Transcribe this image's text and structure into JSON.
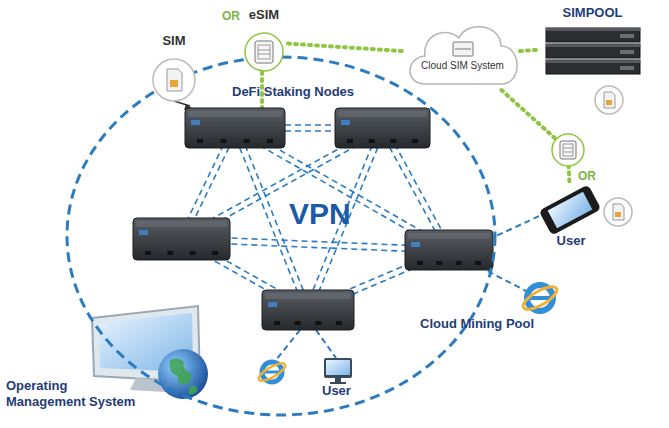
{
  "diagram": {
    "nodes": [
      {
        "text": [
          "DeFi Staking Nodes",
          "VPN",
          "Cloud Mining Pool"
        ]
      },
      {
        "text": [
          "SIM"
        ]
      },
      {
        "text": [
          "eSIM"
        ]
      },
      {
        "text": [
          "Cloud SIM System"
        ]
      },
      {
        "text": [
          "SIMPOOL"
        ]
      },
      {
        "text": [
          "User"
        ]
      }
    ],
    "edges": [
      {
        "from": 2,
        "to": 3,
        "arrow": "none"
      },
      {
        "from": 3,
        "to": 4,
        "arrow": "none"
      },
      {
        "from": 3,
        "to": 5,
        "arrow": "none"
      }
    ],
    "labels": [
      "OR",
      "OR",
      "User",
      "Operating Management System"
    ]
  }
}
